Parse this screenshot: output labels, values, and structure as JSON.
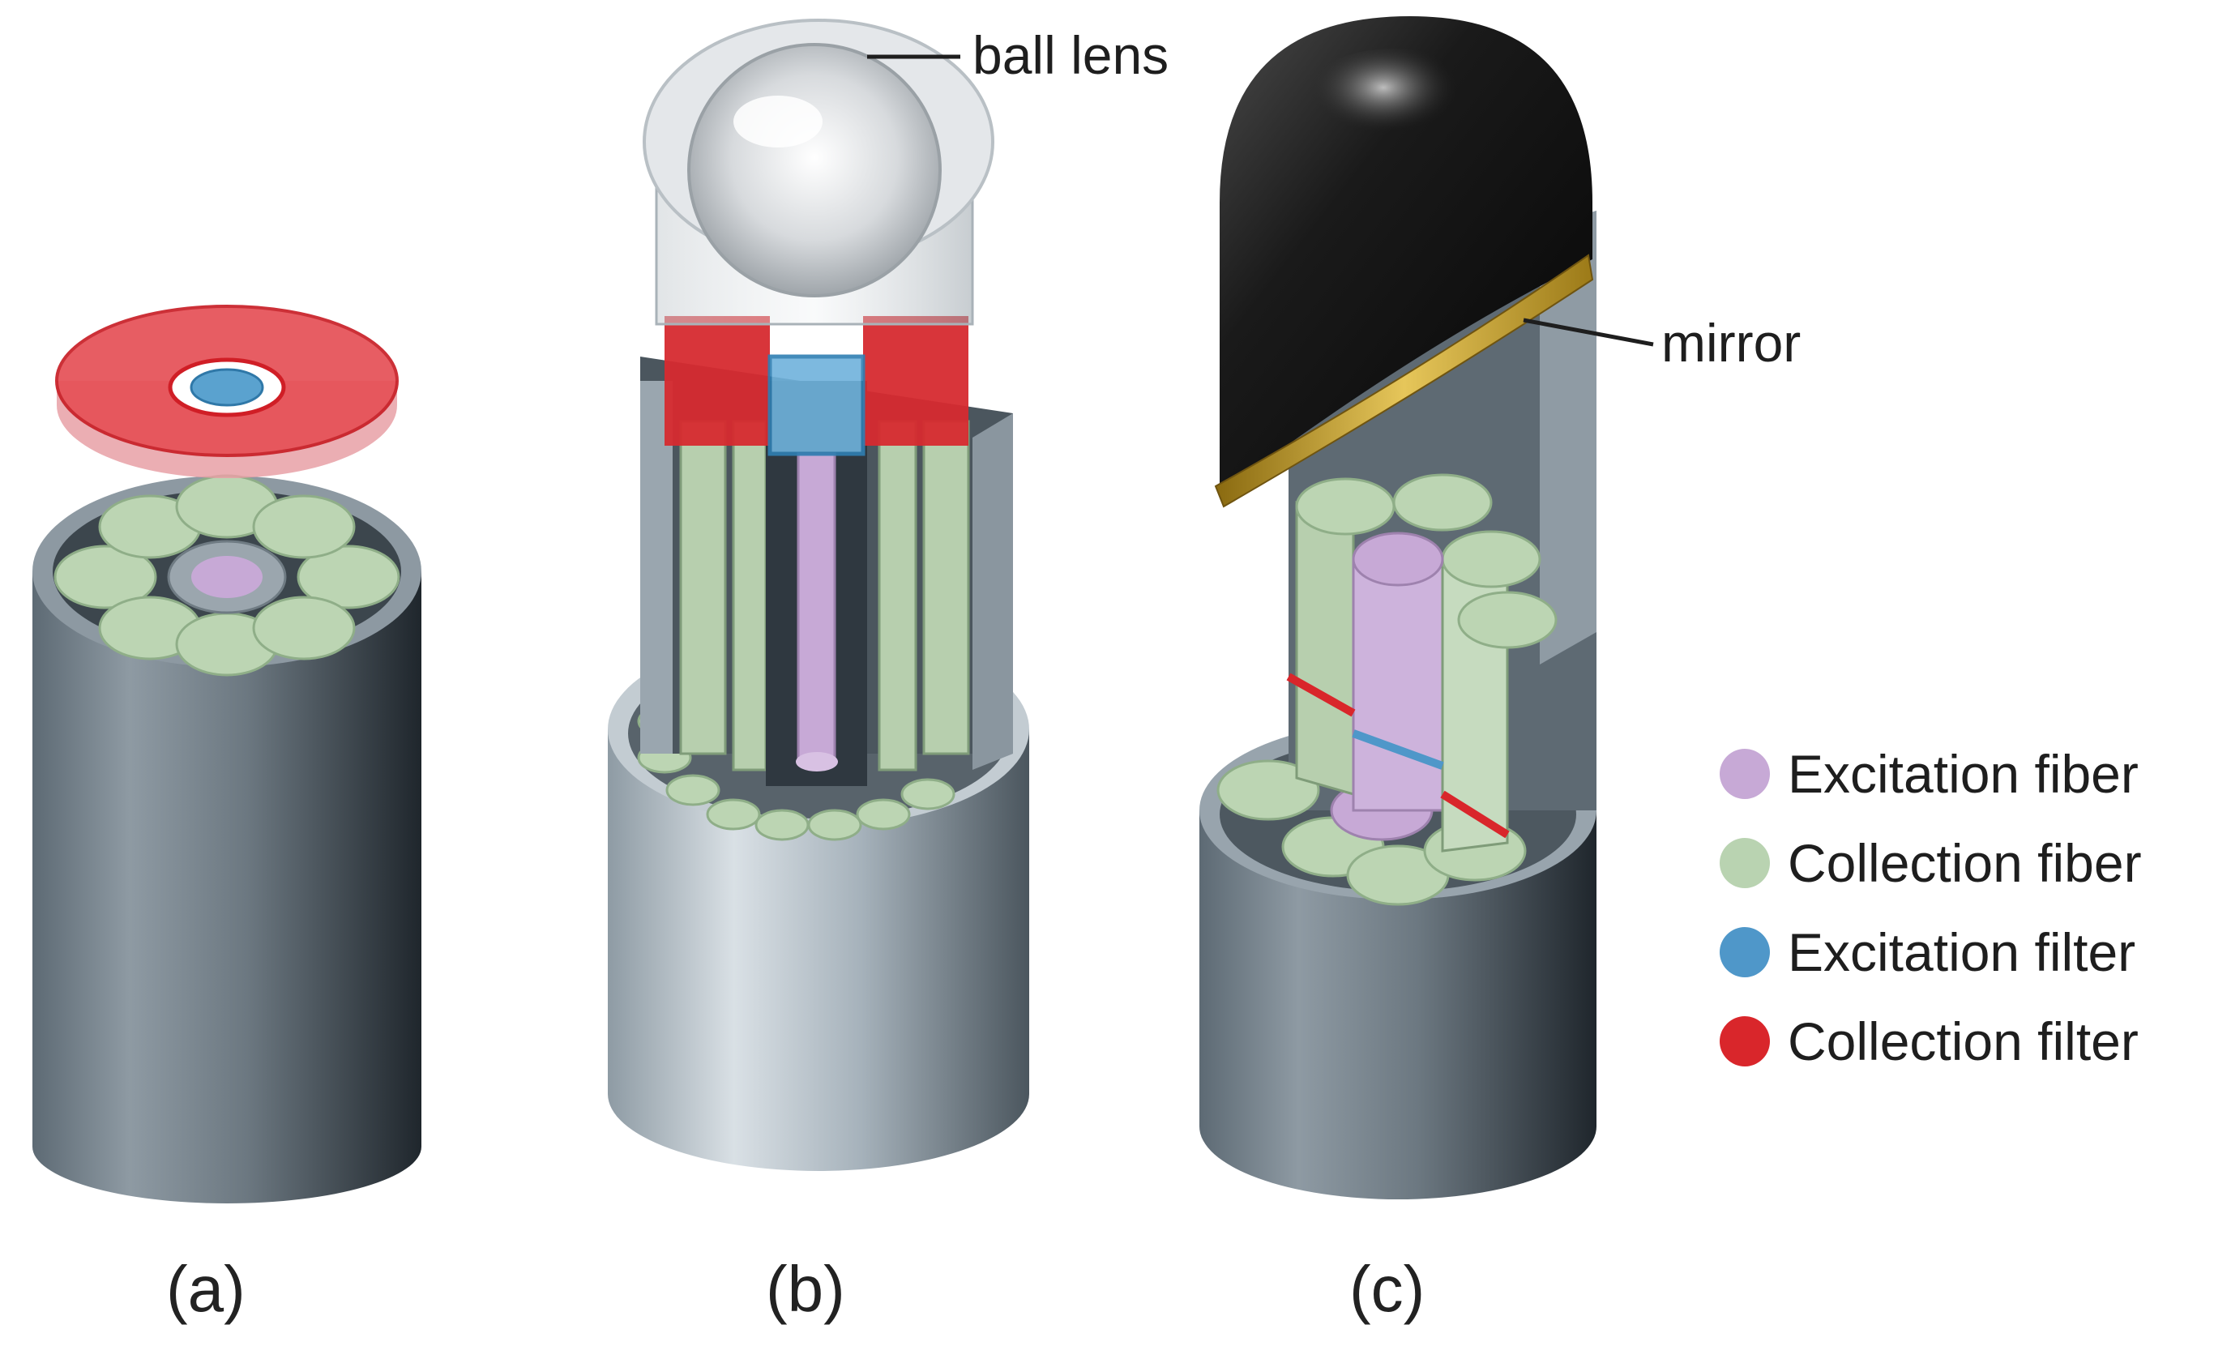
{
  "panels": [
    {
      "id": "a",
      "caption": "(a)"
    },
    {
      "id": "b",
      "caption": "(b)"
    },
    {
      "id": "c",
      "caption": "(c)"
    }
  ],
  "callouts": {
    "ball_lens": "ball lens",
    "mirror": "mirror"
  },
  "legend": [
    {
      "label": "Excitation fiber",
      "color": "#c7a9d6"
    },
    {
      "label": "Collection fiber",
      "color": "#b9d3b1"
    },
    {
      "label": "Excitation filter",
      "color": "#4f97c9"
    },
    {
      "label": "Collection filter",
      "color": "#d9262b"
    }
  ],
  "colors": {
    "housing": "#6e7a84",
    "housing_light": "#a9b4bd",
    "excitation_fiber": "#c7a9d6",
    "collection_fiber": "#b9d3b1",
    "excitation_filter": "#4f97c9",
    "collection_filter": "#d9262b",
    "mirror": "#c9a227",
    "cap": "#161616"
  }
}
